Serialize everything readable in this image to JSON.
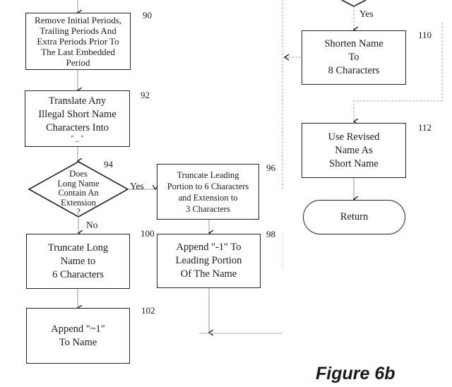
{
  "figure_label": "Figure 6b",
  "left_column": {
    "step_90": {
      "ref": "90",
      "lines": [
        "Remove Initial Periods,",
        "Trailing Periods And",
        "Extra Periods Prior To",
        "The Last Embedded",
        "Period"
      ]
    },
    "step_92": {
      "ref": "92",
      "lines": [
        "Translate Any",
        "Illegal Short Name",
        "Characters Into",
        "\" _ \""
      ]
    },
    "decision_94": {
      "ref": "94",
      "lines": [
        "Does",
        "Long Name",
        "Contain An",
        "Extension",
        "?"
      ],
      "yes_label": "Yes",
      "no_label": "No"
    },
    "step_96": {
      "ref": "96",
      "lines": [
        "Truncate Leading",
        "Portion to 6 Characters",
        "and Extension to",
        "3 Characters"
      ]
    },
    "step_100": {
      "ref": "100",
      "lines": [
        "Truncate Long",
        "Name to",
        "6 Characters"
      ]
    },
    "step_98": {
      "ref": "98",
      "lines": [
        "Append \"-1\" To",
        "Leading Portion",
        "Of The Name"
      ]
    },
    "step_102": {
      "ref": "102",
      "lines": [
        "Append \"~1\"",
        "To Name"
      ]
    }
  },
  "right_column": {
    "decision_yes_label": "Yes",
    "step_110": {
      "ref": "110",
      "lines": [
        "Shorten Name",
        "To",
        "8 Characters"
      ]
    },
    "step_112": {
      "ref": "112",
      "lines": [
        "Use Revised",
        "Name As",
        "Short Name"
      ]
    },
    "terminal": {
      "label": "Return"
    }
  }
}
